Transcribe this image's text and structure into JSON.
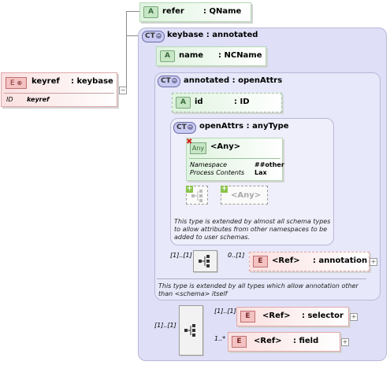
{
  "root": {
    "badge": "E",
    "name": "keyref",
    "type": ": keybase",
    "prop_key": "ID",
    "prop_value": "keyref"
  },
  "refer": {
    "badge": "A",
    "name": "refer",
    "type": ": QName"
  },
  "keybase": {
    "badge": "CT",
    "title": "keybase  : annotated",
    "note": "This type is extended by all types which allow annotation other than <schema> itself"
  },
  "name_attr": {
    "badge": "A",
    "name": "name",
    "type": ": NCName"
  },
  "annotated": {
    "badge": "CT",
    "title": "annotated : openAttrs"
  },
  "id_attr": {
    "badge": "A",
    "name": "id",
    "type": ": ID"
  },
  "openattrs": {
    "badge": "CT",
    "title": "openAttrs : anyType",
    "note": "This type is extended by almost all schema types to allow attributes from other namespaces to be added to user schemas."
  },
  "any_attr": {
    "badge": "Any",
    "name": "<Any>",
    "ns_label": "Namespace",
    "ns_value": "##other",
    "pc_label": "Process Contents",
    "pc_value": "Lax"
  },
  "any_elem": {
    "name": "<Any>"
  },
  "annotation_ref": {
    "badge": "E",
    "ref": "<Ref>",
    "name": ": annotation",
    "multiplicity": "0..[1]"
  },
  "annotation_seq": {
    "multiplicity": "[1]..[1]"
  },
  "selector_ref": {
    "badge": "E",
    "ref": "<Ref>",
    "name": ": selector",
    "multiplicity": "[1]..[1]"
  },
  "field_ref": {
    "badge": "E",
    "ref": "<Ref>",
    "name": ": field",
    "multiplicity": "1..*"
  },
  "main_seq": {
    "multiplicity": "[1]..[1]"
  }
}
